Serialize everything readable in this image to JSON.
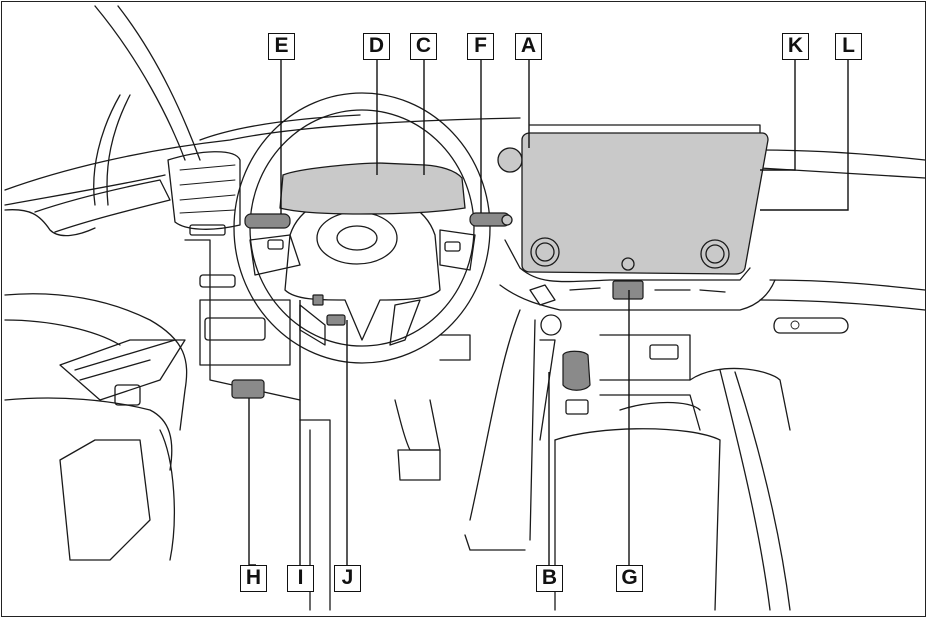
{
  "labels": {
    "A": "A",
    "B": "B",
    "C": "C",
    "D": "D",
    "E": "E",
    "F": "F",
    "G": "G",
    "H": "H",
    "I": "I",
    "J": "J",
    "K": "K",
    "L": "L"
  },
  "colors": {
    "highlight": "#c9c9c9",
    "line": "#1a1a1a"
  }
}
